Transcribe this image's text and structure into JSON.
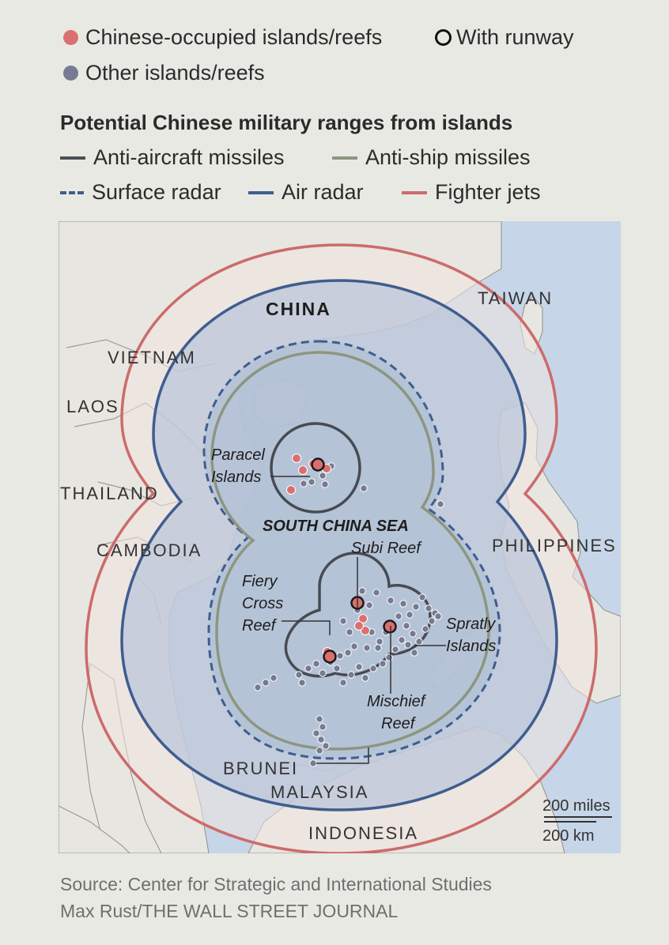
{
  "legend": {
    "chinese_occupied": {
      "label": "Chinese-occupied islands/reefs",
      "color": "#d9706f"
    },
    "with_runway": {
      "label": "With runway"
    },
    "other": {
      "label": "Other islands/reefs",
      "color": "#767b92"
    }
  },
  "ranges": {
    "title": "Potential Chinese military ranges from islands",
    "anti_aircraft": {
      "label": "Anti-aircraft missiles",
      "color": "#4a4f54"
    },
    "anti_ship": {
      "label": "Anti-ship missiles",
      "color": "#8c9680"
    },
    "surface_radar": {
      "label": "Surface radar",
      "color": "#3f5d8f"
    },
    "air_radar": {
      "label": "Air radar",
      "color": "#3f5d8f"
    },
    "fighter_jets": {
      "label": "Fighter jets",
      "color": "#cc6b6b"
    }
  },
  "map": {
    "labels": {
      "china": "CHINA",
      "taiwan": "TAIWAN",
      "vietnam": "VIETNAM",
      "laos": "LAOS",
      "thailand": "THAILAND",
      "cambodia": "CAMBODIA",
      "philippines": "PHILIPPINES",
      "brunei": "BRUNEI",
      "malaysia": "MALAYSIA",
      "indonesia": "INDONESIA",
      "south_china_sea": "SOUTH CHINA SEA",
      "paracel_1": "Paracel",
      "paracel_2": "Islands",
      "subi": "Subi Reef",
      "fiery_1": "Fiery",
      "fiery_2": "Cross",
      "fiery_3": "Reef",
      "spratly_1": "Spratly",
      "spratly_2": "Islands",
      "mischief_1": "Mischief",
      "mischief_2": "Reef"
    },
    "scale": {
      "miles": "200 miles",
      "km": "200 km"
    },
    "colors": {
      "sea": "#c4d4e6",
      "land": "#e7e5e0",
      "range_fill": "#b3c2d8"
    }
  },
  "source": {
    "line1": "Source: Center for Strategic and International Studies",
    "line2": "Max Rust/THE WALL STREET JOURNAL"
  }
}
